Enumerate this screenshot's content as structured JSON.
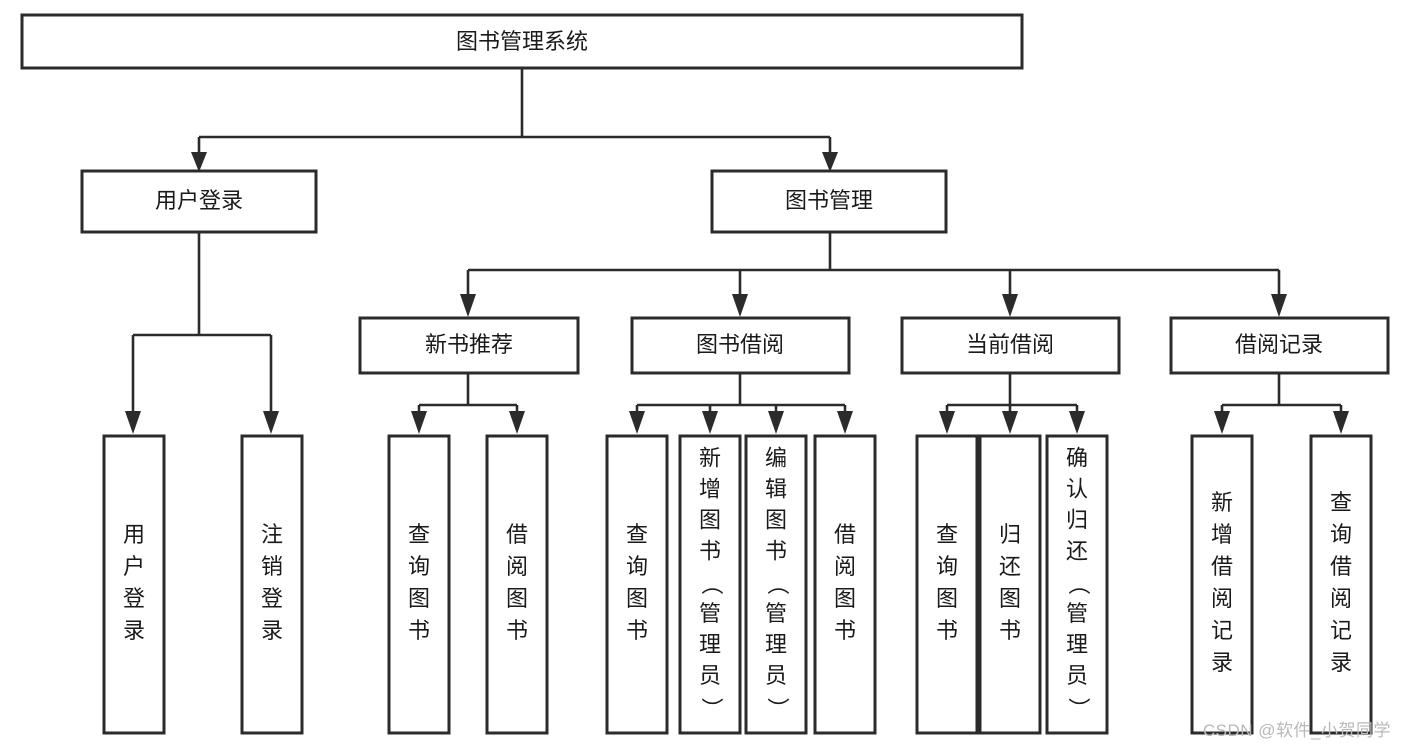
{
  "diagram": {
    "type": "tree",
    "title": "图书管理系统",
    "watermark": "CSDN @软件_小贺同学",
    "colors": {
      "box_stroke": "#2b2b2b",
      "box_fill": "#ffffff",
      "connector": "#2b2b2b",
      "text": "#1a1a1a",
      "watermark": "#b9b9b9",
      "background": "#ffffff"
    },
    "root": {
      "label": "图书管理系统"
    },
    "level2": [
      {
        "label": "用户登录"
      },
      {
        "label": "图书管理"
      }
    ],
    "level3": [
      {
        "label": "新书推荐"
      },
      {
        "label": "图书借阅"
      },
      {
        "label": "当前借阅"
      },
      {
        "label": "借阅记录"
      }
    ],
    "leaves": {
      "user_login": [
        "用户登录",
        "注销登录"
      ],
      "new_book_recommend": [
        "查询图书",
        "借阅图书"
      ],
      "book_borrow": [
        "查询图书",
        "新增图书（管理员）",
        "编辑图书（管理员）",
        "借阅图书"
      ],
      "current_borrow": [
        "查询图书",
        "归还图书",
        "确认归还（管理员）"
      ],
      "borrow_record": [
        "新增借阅记录",
        "查询借阅记录"
      ]
    }
  }
}
